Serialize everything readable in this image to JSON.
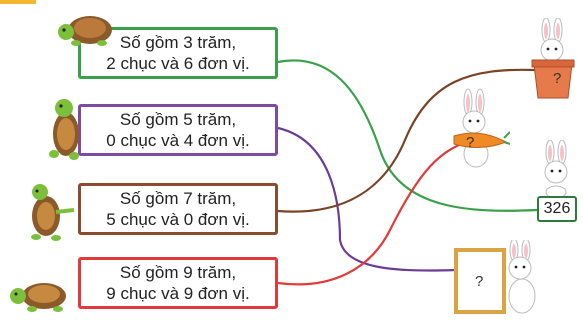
{
  "cards": [
    {
      "line1": "Số gồm 3 trăm,",
      "line2": "2 chục và 6 đơn vị."
    },
    {
      "line1": "Số gồm 5 trăm,",
      "line2": "0 chục và 4 đơn vị."
    },
    {
      "line1": "Số gồm 7 trăm,",
      "line2": "5 chục và 0 đơn vị."
    },
    {
      "line1": "Số gồm 9 trăm,",
      "line2": "9 chục và 9 đơn vị."
    }
  ],
  "targets": {
    "pot_label": "?",
    "carrot_label": "?",
    "badge_label": "326",
    "frame_label": "?"
  },
  "colors": {
    "green": "#3aa14a",
    "purple": "#7d4ca0",
    "brown": "#8a4b2f",
    "red": "#e03a3a"
  }
}
